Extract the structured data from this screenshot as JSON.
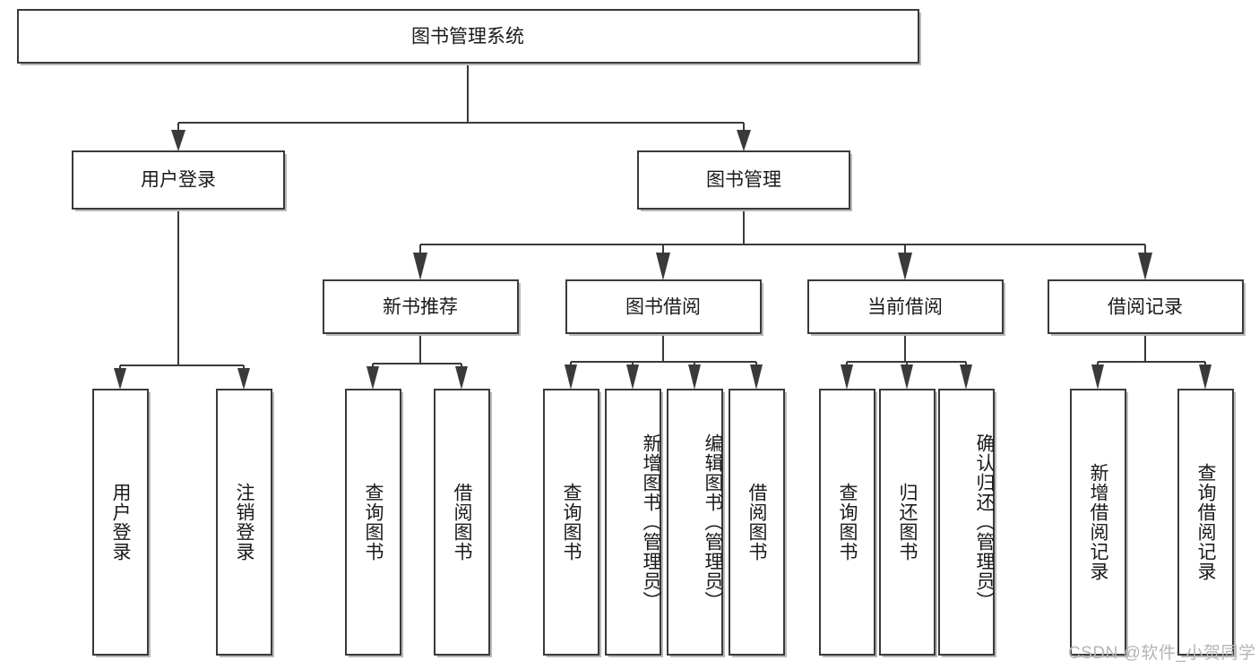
{
  "diagram": {
    "title": "图书管理系统",
    "type": "tree-hierarchy",
    "orientation": "top-down",
    "colors": {
      "stroke": "#3a3a3a",
      "fill": "#ffffff",
      "text": "#1a1a1a",
      "shadow": "#b9b9b9",
      "watermark": "#b5b5b5"
    },
    "root": {
      "id": "root",
      "label": "图书管理系统"
    },
    "level2": [
      {
        "id": "user-login",
        "label": "用户登录"
      },
      {
        "id": "book-manage",
        "label": "图书管理"
      }
    ],
    "level3": [
      {
        "id": "new-book-rec",
        "label": "新书推荐",
        "parent": "book-manage"
      },
      {
        "id": "book-borrow",
        "label": "图书借阅",
        "parent": "book-manage"
      },
      {
        "id": "current-borrow",
        "label": "当前借阅",
        "parent": "book-manage"
      },
      {
        "id": "borrow-record",
        "label": "借阅记录",
        "parent": "book-manage"
      }
    ],
    "leaves": [
      {
        "id": "leaf-user-login",
        "label": "用户登录",
        "parent": "user-login"
      },
      {
        "id": "leaf-user-logout",
        "label": "注销登录",
        "parent": "user-login"
      },
      {
        "id": "leaf-query-book-rec",
        "label": "查询图书",
        "parent": "new-book-rec"
      },
      {
        "id": "leaf-borrow-book-rec",
        "label": "借阅图书",
        "parent": "new-book-rec"
      },
      {
        "id": "leaf-query-book-borrow",
        "label": "查询图书",
        "parent": "book-borrow"
      },
      {
        "id": "leaf-add-book",
        "label": "新增图书（管理员）",
        "parent": "book-borrow"
      },
      {
        "id": "leaf-edit-book",
        "label": "编辑图书（管理员）",
        "parent": "book-borrow"
      },
      {
        "id": "leaf-borrow-book",
        "label": "借阅图书",
        "parent": "book-borrow"
      },
      {
        "id": "leaf-query-book-current",
        "label": "查询图书",
        "parent": "current-borrow"
      },
      {
        "id": "leaf-return-book",
        "label": "归还图书",
        "parent": "current-borrow"
      },
      {
        "id": "leaf-confirm-return",
        "label": "确认归还（管理员）",
        "parent": "current-borrow"
      },
      {
        "id": "leaf-add-record",
        "label": "新增借阅记录",
        "parent": "borrow-record"
      },
      {
        "id": "leaf-query-record",
        "label": "查询借阅记录",
        "parent": "borrow-record"
      }
    ],
    "watermark": "CSDN @软件_小贺同学"
  }
}
